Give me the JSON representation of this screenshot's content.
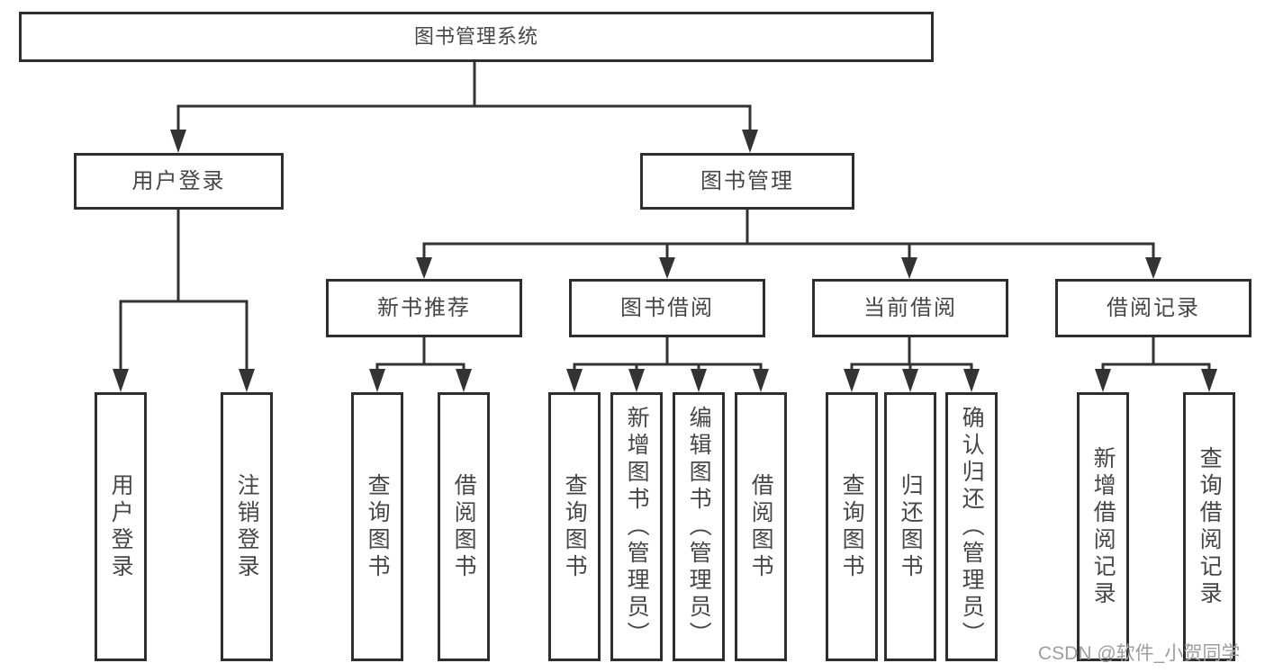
{
  "tree": {
    "root": "图书管理系统",
    "branches": [
      {
        "label": "用户登录",
        "children": [
          "用户登录",
          "注销登录"
        ]
      },
      {
        "label": "图书管理",
        "groups": [
          {
            "label": "新书推荐",
            "children": [
              "查询图书",
              "借阅图书"
            ]
          },
          {
            "label": "图书借阅",
            "children": [
              "查询图书",
              "新增图书（管理员）",
              "编辑图书（管理员）",
              "借阅图书"
            ]
          },
          {
            "label": "当前借阅",
            "children": [
              "查询图书",
              "归还图书",
              "确认归还（管理员）"
            ]
          },
          {
            "label": "借阅记录",
            "children": [
              "新增借阅记录",
              "查询借阅记录"
            ]
          }
        ]
      }
    ]
  },
  "watermark": "CSDN @软件_小贺同学",
  "colors": {
    "line": "#333333",
    "border": "#2e2e2e",
    "text": "#474747",
    "watermark": "#9e9e9e",
    "background": "#ffffff"
  }
}
